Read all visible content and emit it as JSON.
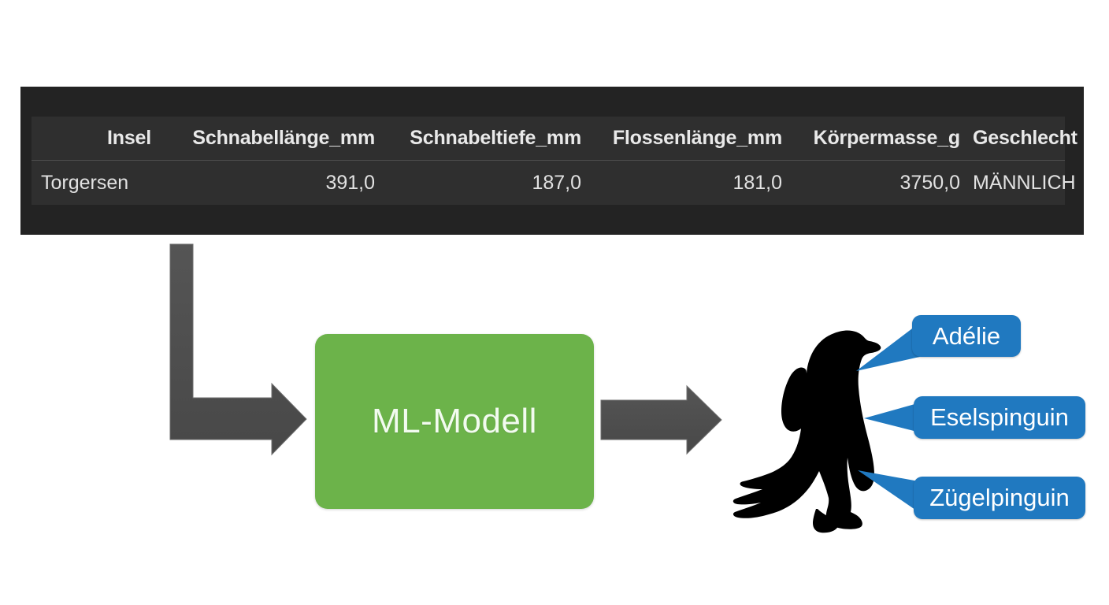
{
  "table": {
    "columns": [
      "Insel",
      "Schnabellänge_mm",
      "Schnabeltiefe_mm",
      "Flossenlänge_mm",
      "Körpermasse_g",
      "Geschlecht"
    ],
    "rows": [
      [
        "Torgersen",
        "391,0",
        "187,0",
        "181,0",
        "3750,0",
        "MÄNNLICH"
      ]
    ]
  },
  "model": {
    "label": "ML-Modell"
  },
  "outputs": {
    "classes": [
      "Adélie",
      "Eselspinguin",
      "Zügelpinguin"
    ]
  },
  "icons": {
    "penguin": "penguin-silhouette",
    "input_arrow": "elbow-arrow-right",
    "output_arrow": "arrow-right"
  },
  "colors": {
    "background": "#ffffff",
    "table_panel": "#232323",
    "table_inner": "#2f2f2f",
    "table_text": "#e9e9e9",
    "model_box": "#6cb34a",
    "model_label": "#f2fbef",
    "arrow": "#4d4d4d",
    "bubble": "#2079c0",
    "bubble_text": "#ffffff",
    "penguin": "#000000"
  }
}
